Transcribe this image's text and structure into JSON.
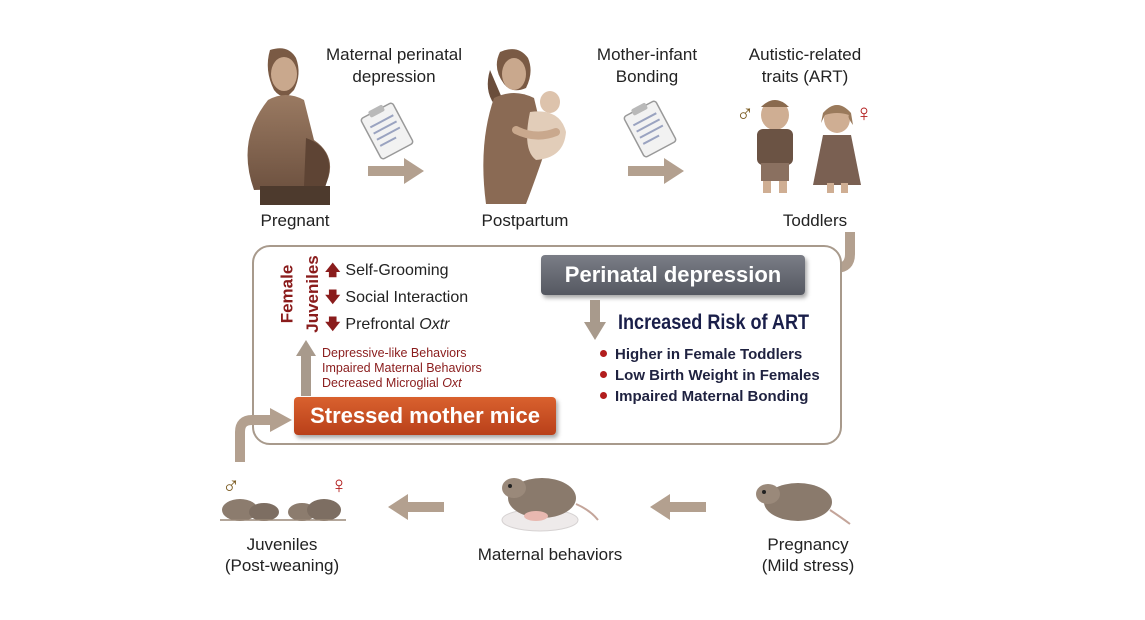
{
  "top_row": {
    "label1": "Maternal perinatal\ndepression",
    "label2": "Mother-infant\nBonding",
    "label3": "Autistic-related\ntraits (ART)",
    "pregnant": "Pregnant",
    "postpartum": "Postpartum",
    "toddlers": "Toddlers"
  },
  "panel": {
    "perinatal_depression": "Perinatal depression",
    "increased_risk": "Increased Risk of ART",
    "risks": [
      "Higher in Female Toddlers",
      "Low Birth Weight in Females",
      "Impaired Maternal Bonding"
    ],
    "female_juveniles_line1": "Female",
    "female_juveniles_line2": "Juveniles",
    "effects": [
      {
        "dir": "up",
        "text": "Self-Grooming"
      },
      {
        "dir": "down",
        "text": "Social Interaction"
      },
      {
        "dir": "down",
        "text": "Prefrontal",
        "italic": "Oxtr"
      }
    ],
    "behaviors": [
      "Depressive-like Behaviors",
      "Impaired Maternal Behaviors"
    ],
    "behavior3_prefix": "Decreased Microglial",
    "behavior3_italic": "Oxt",
    "stressed_mother_mice": "Stressed mother mice"
  },
  "bottom_row": {
    "juveniles": "Juveniles\n(Post-weaning)",
    "maternal": "Maternal behaviors",
    "pregnancy": "Pregnancy\n(Mild stress)"
  },
  "symbols": {
    "male": "♂",
    "female": "♀"
  },
  "colors": {
    "accent_red": "#8a1c1c",
    "arrow": "#b3a08f",
    "box_orange": "#c9502a",
    "box_gray": "#676a73"
  }
}
